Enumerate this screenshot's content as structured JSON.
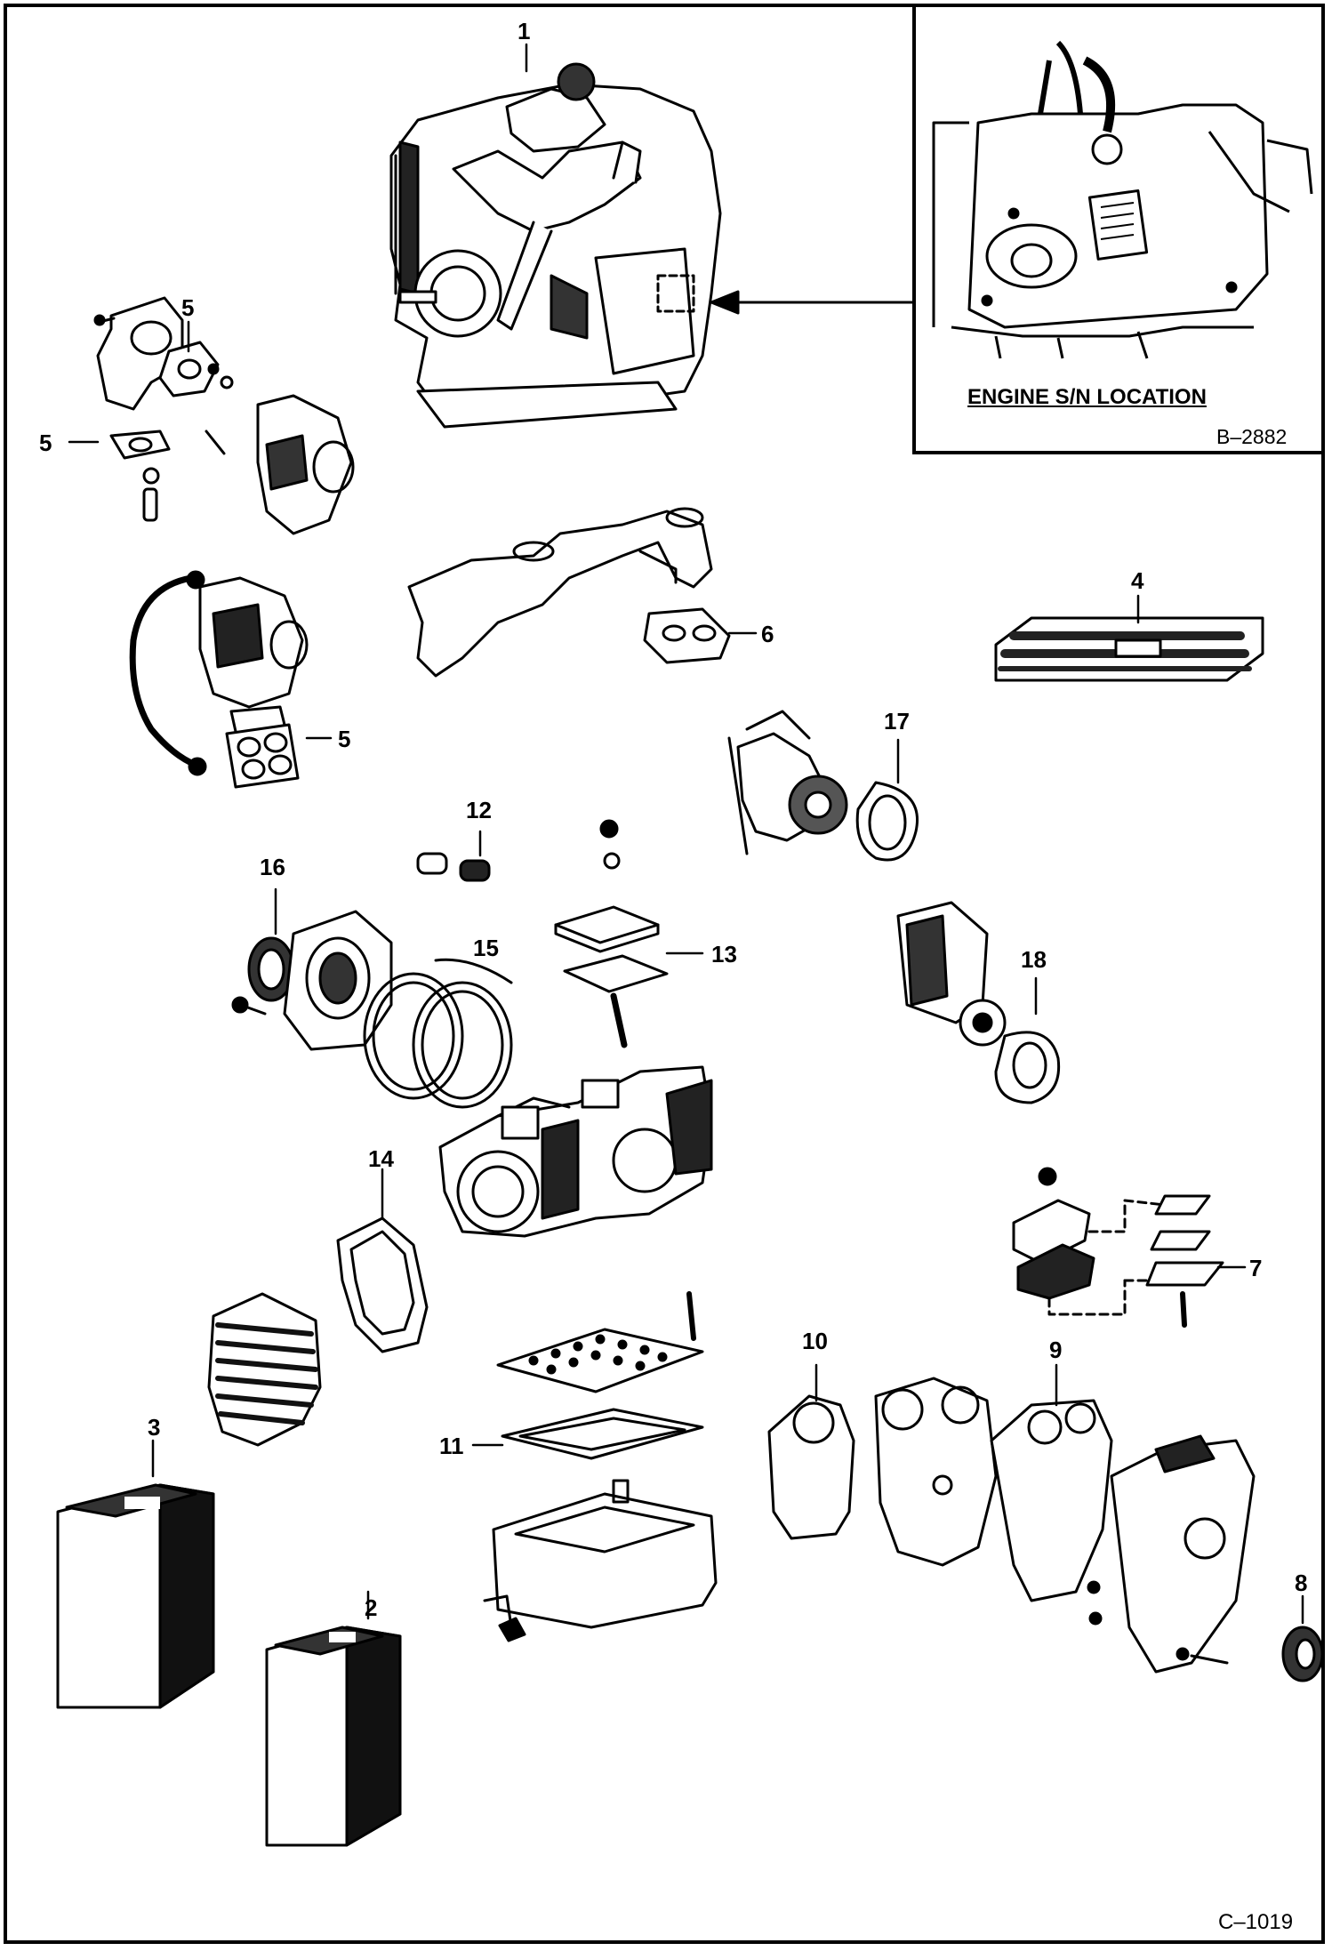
{
  "inset": {
    "title": "ENGINE S/N LOCATION",
    "code": "B–2882"
  },
  "page_code": "C–1019",
  "callouts": {
    "c1": "1",
    "c2": "2",
    "c3": "3",
    "c4": "4",
    "c5a": "5",
    "c5b": "5",
    "c5c": "5",
    "c6": "6",
    "c7": "7",
    "c8": "8",
    "c9": "9",
    "c10": "10",
    "c11": "11",
    "c12": "12",
    "c13": "13",
    "c14": "14",
    "c15": "15",
    "c16": "16",
    "c17": "17",
    "c18": "18"
  }
}
